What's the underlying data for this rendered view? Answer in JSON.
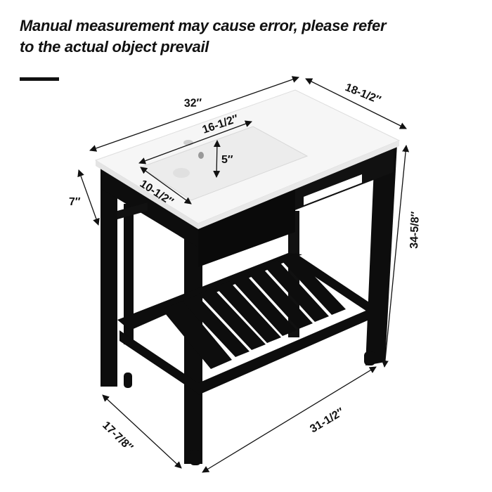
{
  "note": {
    "line1": "Manual measurement may cause error, please refer",
    "line2": "to the actual object prevail"
  },
  "product": "Black metal frame bathroom vanity with white ceramic sink top and slatted bottom shelf",
  "dimensions": {
    "top_width": "32″",
    "top_depth": "18-1/2″",
    "basin_width": "16-1/2″",
    "basin_depth": "10-1/2″",
    "basin_height": "5″",
    "apron_height": "7″",
    "total_height": "34-5/8″",
    "base_width": "31-1/2″",
    "base_depth": "17-7/8″"
  },
  "colors": {
    "frame": "#0d0d0d",
    "sink": "#f4f4f4",
    "text": "#111111"
  }
}
